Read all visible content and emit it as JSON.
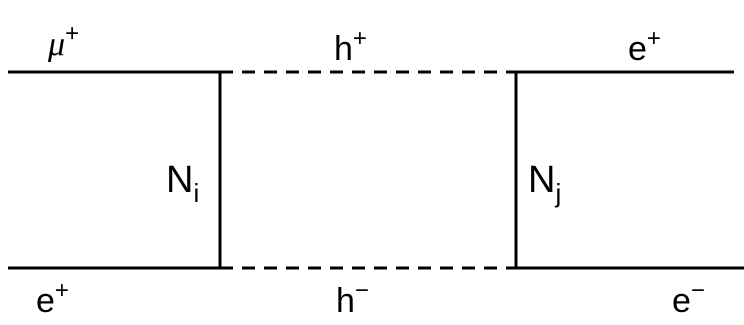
{
  "diagram": {
    "labels": {
      "top_left": {
        "base": "μ",
        "sup": "+"
      },
      "top_mid": {
        "base": "h",
        "sup": "+"
      },
      "top_right": {
        "base": "e",
        "sup": "+"
      },
      "left_vertical": {
        "base": "N",
        "sub": "i"
      },
      "right_vertical": {
        "base": "N",
        "sub": "j"
      },
      "bottom_left": {
        "base": "e",
        "sup": "+"
      },
      "bottom_mid": {
        "base": "h",
        "sup": "−"
      },
      "bottom_right": {
        "base": "e",
        "sup": "−"
      }
    },
    "colors": {
      "line": "#000000",
      "background": "#ffffff"
    }
  }
}
